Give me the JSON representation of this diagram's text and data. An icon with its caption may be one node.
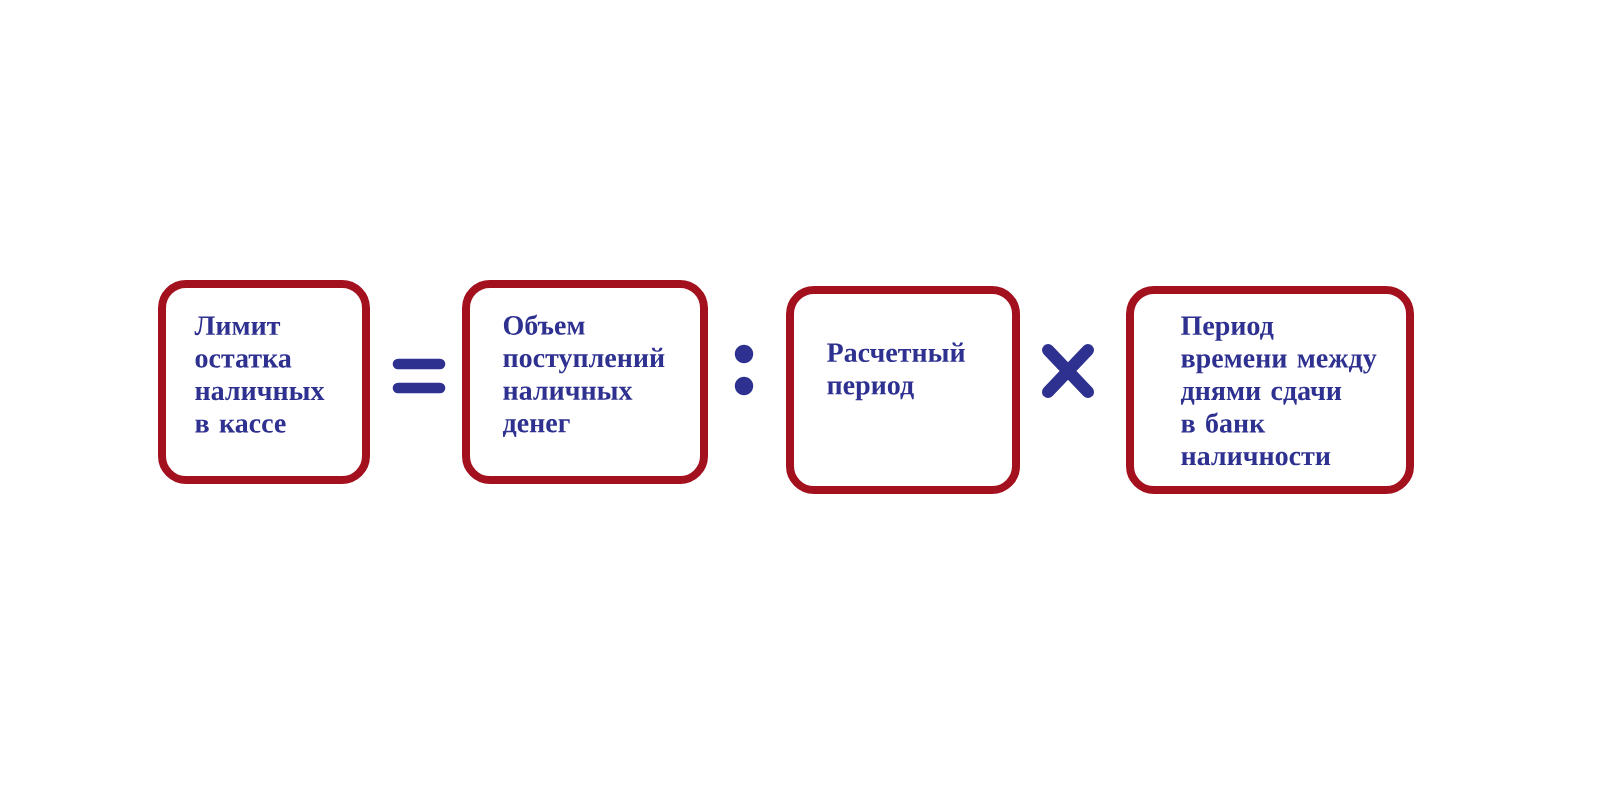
{
  "diagram": {
    "nodes": [
      {
        "text": [
          "Лимит остатка наличных в кассе"
        ]
      },
      {
        "text": [
          "Объем поступлений наличных денег"
        ]
      },
      {
        "text": [
          "Расчетный период"
        ]
      },
      {
        "text": [
          "Период времени между днями сдачи в банк наличности"
        ]
      }
    ]
  }
}
